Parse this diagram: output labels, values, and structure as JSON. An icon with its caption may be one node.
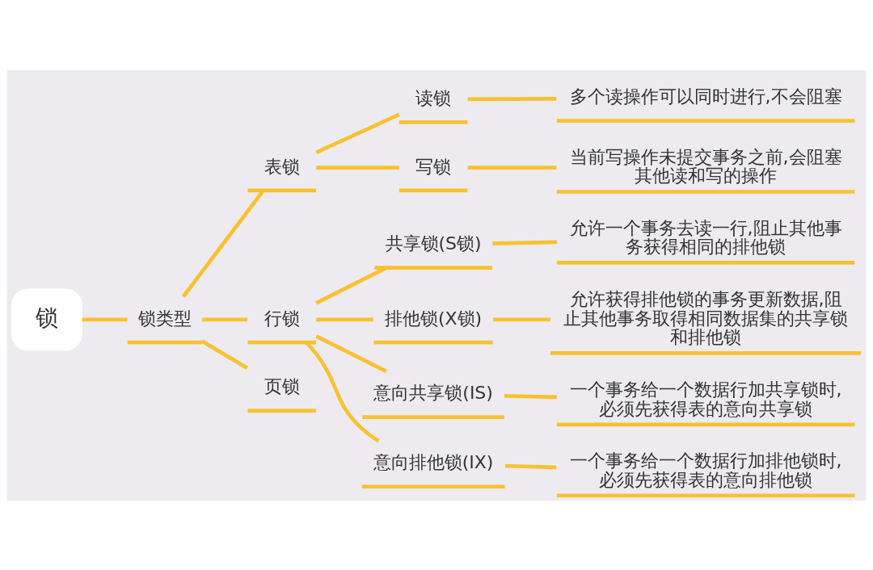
{
  "diagram": {
    "nodes": [
      {
        "text": [
          "锁"
        ]
      },
      {
        "text": [
          "锁类型"
        ]
      },
      {
        "text": [
          "表锁"
        ]
      },
      {
        "text": [
          "读锁"
        ]
      },
      {
        "text": [
          "多个读操作可以同时进行,不会阻塞"
        ]
      },
      {
        "text": [
          "写锁"
        ]
      },
      {
        "text": [
          "当前写操作未提交事务之前,会阻塞其他读和写的操作"
        ]
      },
      {
        "text": [
          "行锁"
        ]
      },
      {
        "text": [
          "共享锁(S锁)"
        ]
      },
      {
        "text": [
          "允许一个事务去读一行,阻止其他事务获得相同的排他锁"
        ]
      },
      {
        "text": [
          "排他锁(X锁)"
        ]
      },
      {
        "text": [
          "允许获得排他锁的事务更新数据,阻止其他事务取得相同数据集的共享锁和排他锁"
        ]
      },
      {
        "text": [
          "意向共享锁(IS)"
        ]
      },
      {
        "text": [
          "一个事务给一个数据行加共享锁时,必须先获得表的意向共享锁"
        ]
      },
      {
        "text": [
          "意向排他锁(IX)"
        ]
      },
      {
        "text": [
          "一个事务给一个数据行加排他锁时,必须先获得表的意向排他锁"
        ]
      },
      {
        "text": [
          "页锁"
        ]
      }
    ],
    "edges": [
      {
        "from": 0,
        "to": 1,
        "arrow": "none"
      },
      {
        "from": 1,
        "to": 2,
        "arrow": "none"
      },
      {
        "from": 2,
        "to": 3,
        "arrow": "none"
      },
      {
        "from": 3,
        "to": 4,
        "arrow": "none"
      },
      {
        "from": 2,
        "to": 5,
        "arrow": "none"
      },
      {
        "from": 5,
        "to": 6,
        "arrow": "none"
      },
      {
        "from": 1,
        "to": 7,
        "arrow": "none"
      },
      {
        "from": 7,
        "to": 8,
        "arrow": "none"
      },
      {
        "from": 8,
        "to": 9,
        "arrow": "none"
      },
      {
        "from": 7,
        "to": 10,
        "arrow": "none"
      },
      {
        "from": 10,
        "to": 11,
        "arrow": "none"
      },
      {
        "from": 7,
        "to": 12,
        "arrow": "none"
      },
      {
        "from": 12,
        "to": 13,
        "arrow": "none"
      },
      {
        "from": 7,
        "to": 14,
        "arrow": "none"
      },
      {
        "from": 14,
        "to": 15,
        "arrow": "none"
      },
      {
        "from": 1,
        "to": 16,
        "arrow": "none"
      }
    ]
  }
}
